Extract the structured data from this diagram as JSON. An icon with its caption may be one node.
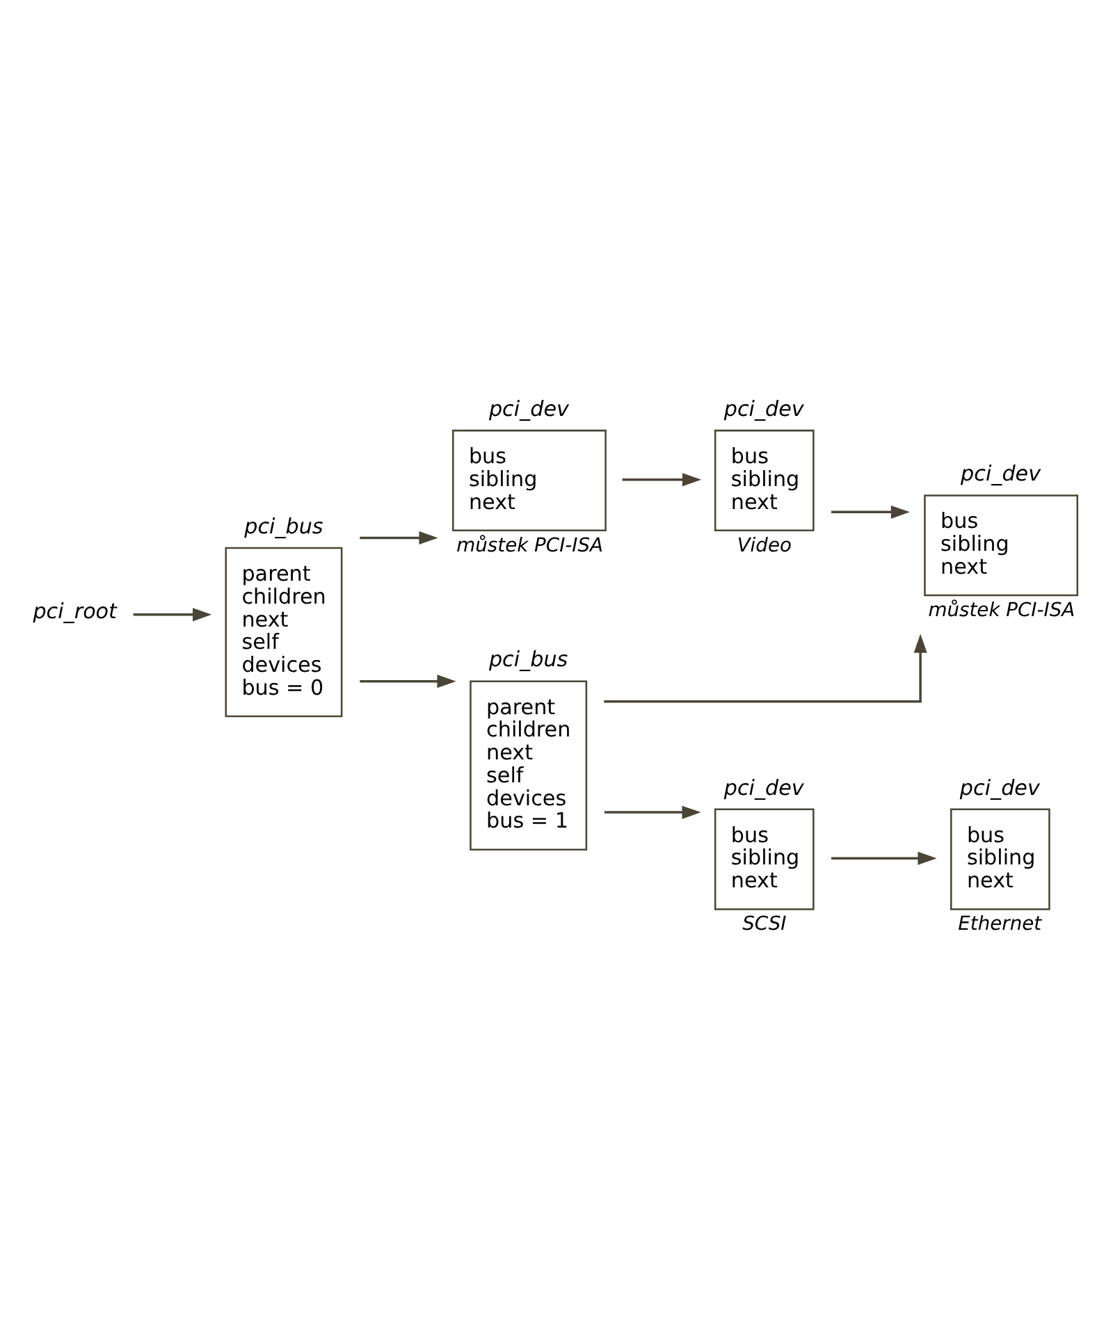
{
  "diagram": {
    "nodes": [
      {
        "text": [
          "pci_root"
        ]
      },
      {
        "text": [
          "pci_bus",
          "parent",
          "children",
          "next",
          "self",
          "devices",
          "bus = 0"
        ]
      },
      {
        "text": [
          "pci_dev",
          "bus",
          "sibling",
          "next"
        ],
        "beside": [
          "můstek PCI-ISA"
        ]
      },
      {
        "text": [
          "pci_dev",
          "bus",
          "sibling",
          "next"
        ],
        "beside": [
          "Video"
        ]
      },
      {
        "text": [
          "pci_dev",
          "bus",
          "sibling",
          "next"
        ],
        "beside": [
          "můstek PCI-ISA"
        ]
      },
      {
        "text": [
          "pci_bus",
          "parent",
          "children",
          "next",
          "self",
          "devices",
          "bus = 1"
        ]
      },
      {
        "text": [
          "pci_dev",
          "bus",
          "sibling",
          "next"
        ],
        "beside": [
          "SCSI"
        ]
      },
      {
        "text": [
          "pci_dev",
          "bus",
          "sibling",
          "next"
        ],
        "beside": [
          "Ethernet"
        ]
      }
    ],
    "edges": [
      {
        "from": 0,
        "to": 1,
        "arrow": "to"
      },
      {
        "from": 1,
        "to": 5,
        "arrow": "to"
      },
      {
        "from": 1,
        "to": 2,
        "arrow": "to"
      },
      {
        "from": 2,
        "to": 3,
        "arrow": "to"
      },
      {
        "from": 3,
        "to": 4,
        "arrow": "to"
      },
      {
        "from": 5,
        "to": 4,
        "arrow": "to"
      },
      {
        "from": 5,
        "to": 6,
        "arrow": "to"
      },
      {
        "from": 6,
        "to": 7,
        "arrow": "to"
      }
    ]
  }
}
